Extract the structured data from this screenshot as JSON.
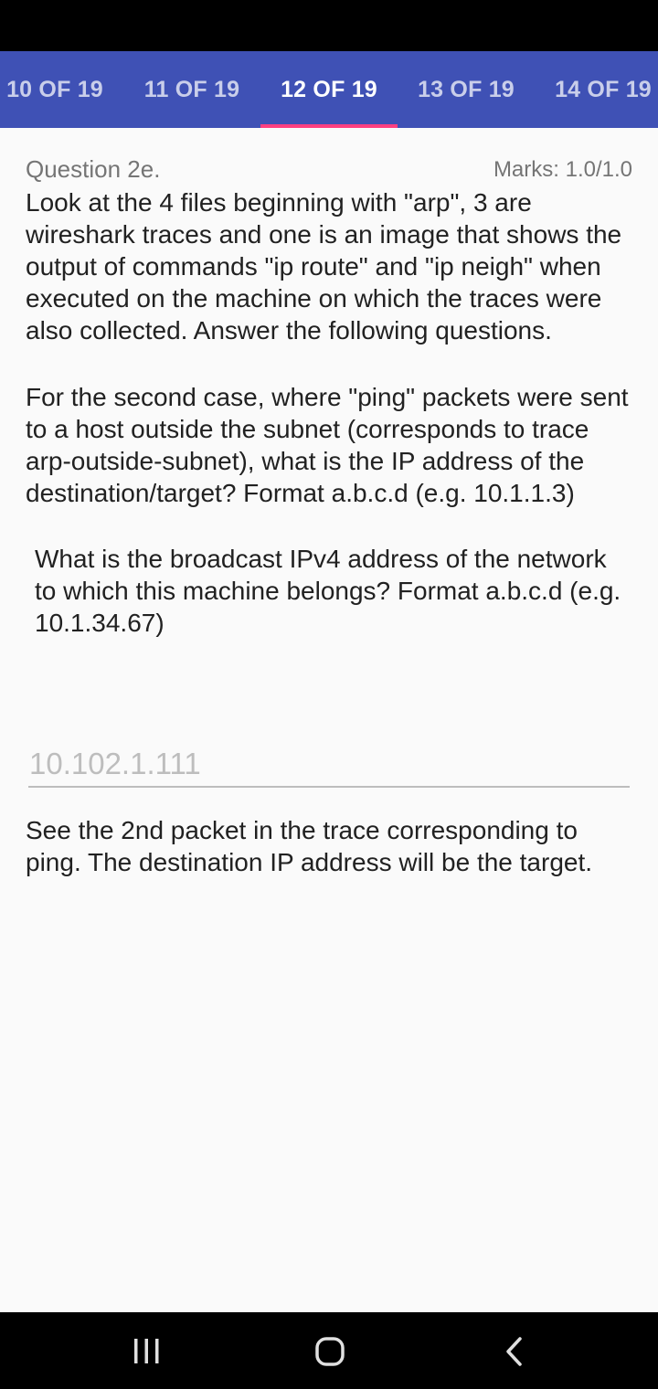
{
  "tabs": [
    {
      "label": "10 OF 19",
      "active": false
    },
    {
      "label": "11 OF 19",
      "active": false
    },
    {
      "label": "12 OF 19",
      "active": true
    },
    {
      "label": "13 OF 19",
      "active": false
    },
    {
      "label": "14 OF 19",
      "active": false
    }
  ],
  "colors": {
    "tab_bar": "#3f51b5",
    "tab_indicator": "#ff4081",
    "status_bar": "#000000",
    "nav_bar": "#000000"
  },
  "question": {
    "title": "Question 2e.",
    "marks": "Marks: 1.0/1.0",
    "intro": "Look at the 4 files beginning with \"arp\", 3 are wireshark traces and one is an image that shows the output of commands \"ip route\" and \"ip neigh\" when executed on the machine on which the traces were also collected. Answer the following questions.",
    "context": "For the second case, where \"ping\" packets were sent to a host outside the subnet (corresponds to trace arp-outside-subnet), what is the IP address of the destination/target? Format a.b.c.d (e.g. 10.1.1.3)",
    "sub_question": "What is the broadcast IPv4 address of the network to which this machine belongs? Format a.b.c.d (e.g. 10.1.34.67)"
  },
  "answer": {
    "value": "10.102.1.111"
  },
  "feedback": "See the 2nd packet in the trace corresponding to ping. The destination IP address will be the target.",
  "nav": {
    "recents_icon": "recents-icon",
    "home_icon": "home-icon",
    "back_icon": "back-icon"
  }
}
